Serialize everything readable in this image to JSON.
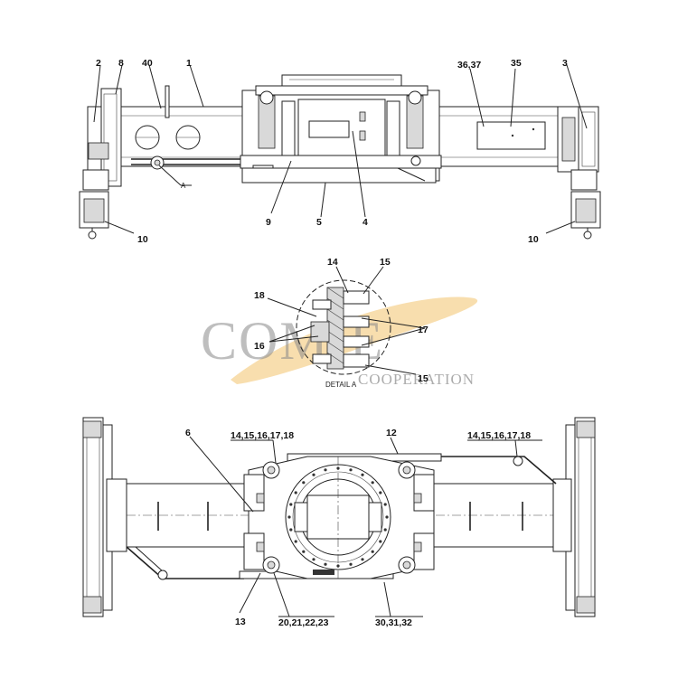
{
  "top_view": {
    "callouts": [
      {
        "id": "c2",
        "text": "2"
      },
      {
        "id": "c8",
        "text": "8"
      },
      {
        "id": "c40",
        "text": "40"
      },
      {
        "id": "c1",
        "text": "1"
      },
      {
        "id": "c3637",
        "text": "36,37"
      },
      {
        "id": "c35",
        "text": "35"
      },
      {
        "id": "c3",
        "text": "3"
      },
      {
        "id": "cA",
        "text": "A"
      },
      {
        "id": "c9",
        "text": "9"
      },
      {
        "id": "c5",
        "text": "5"
      },
      {
        "id": "c4",
        "text": "4"
      },
      {
        "id": "c10a",
        "text": "10"
      },
      {
        "id": "c10b",
        "text": "10"
      }
    ]
  },
  "detail": {
    "title": "DETAIL A",
    "callouts": [
      {
        "id": "d14",
        "text": "14"
      },
      {
        "id": "d15a",
        "text": "15"
      },
      {
        "id": "d18",
        "text": "18"
      },
      {
        "id": "d16",
        "text": "16"
      },
      {
        "id": "d17",
        "text": "17"
      },
      {
        "id": "d15b",
        "text": "15"
      }
    ]
  },
  "bottom_view": {
    "callouts": [
      {
        "id": "b6",
        "text": "6"
      },
      {
        "id": "b14l",
        "text": "14,15,16,17,18"
      },
      {
        "id": "b12",
        "text": "12"
      },
      {
        "id": "b14r",
        "text": "14,15,16,17,18"
      },
      {
        "id": "b13",
        "text": "13"
      },
      {
        "id": "b20",
        "text": "20,21,22,23"
      },
      {
        "id": "b30",
        "text": "30,31,32"
      }
    ]
  },
  "watermark": {
    "brand": "COMIE",
    "sub": "COOPERATION"
  }
}
